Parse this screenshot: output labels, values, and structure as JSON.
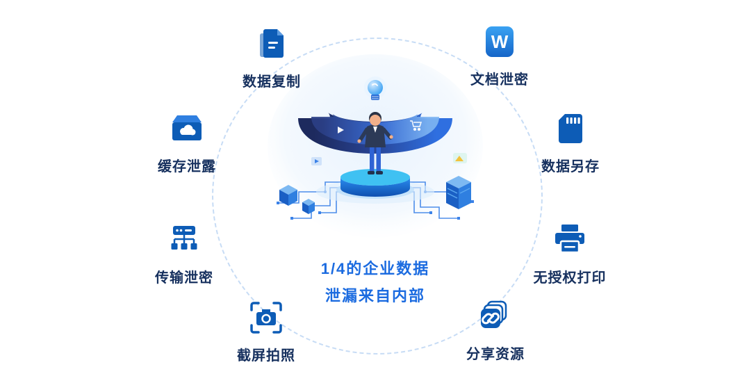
{
  "title": "internal-data-leak-risks-infographic",
  "colors": {
    "icon_blue": "#0d5cb6",
    "label_navy": "#16305e",
    "caption_blue": "#1b6be0",
    "dashed_ring": "#c7dcf5",
    "platform_cyan": "#3fc1f2"
  },
  "center": {
    "line1": "1/4的企业数据",
    "line2": "泄漏来自内部"
  },
  "items": [
    {
      "label": "数据复制",
      "icon": "copy-document-icon"
    },
    {
      "label": "文档泄密",
      "icon": "word-doc-icon",
      "glyph": "W"
    },
    {
      "label": "缓存泄露",
      "icon": "cloud-storage-icon"
    },
    {
      "label": "数据另存",
      "icon": "memory-card-icon"
    },
    {
      "label": "传输泄密",
      "icon": "network-hub-icon"
    },
    {
      "label": "无授权打印",
      "icon": "printer-icon"
    },
    {
      "label": "截屏拍照",
      "icon": "camera-screenshot-icon"
    },
    {
      "label": "分享资源",
      "icon": "share-link-icon"
    }
  ]
}
